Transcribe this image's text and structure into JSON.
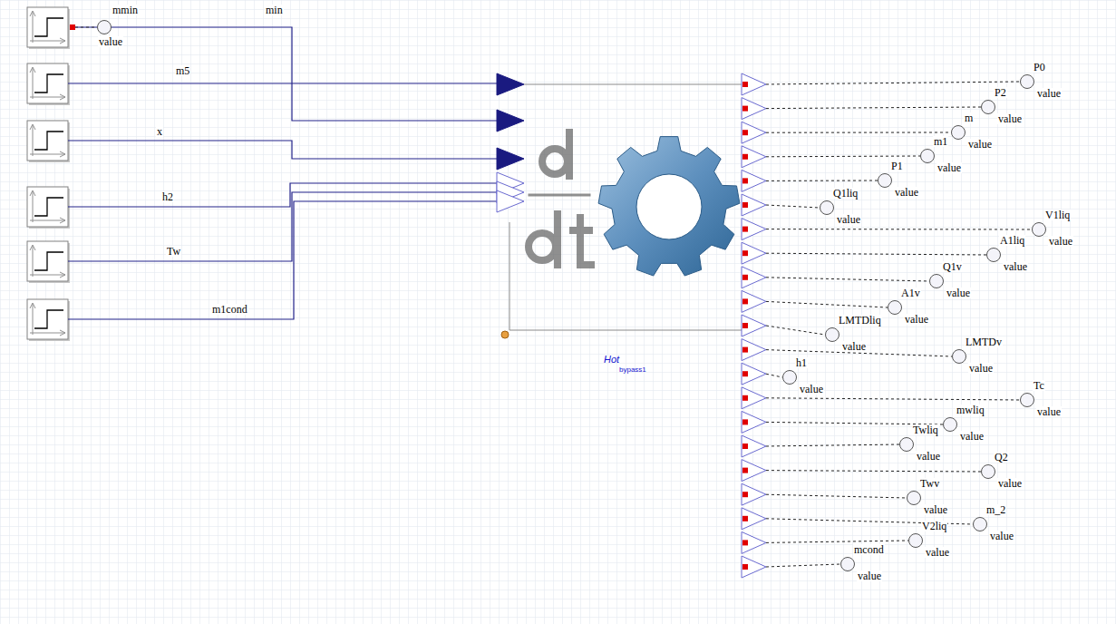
{
  "diagram": {
    "nodes": [
      {
        "text": [
          "mmin",
          "value"
        ]
      },
      {
        "text": [
          "Hot",
          "bypass1"
        ]
      },
      {
        "text": [
          "P0",
          "value"
        ]
      },
      {
        "text": [
          "P2",
          "value"
        ]
      },
      {
        "text": [
          "m",
          "value"
        ]
      },
      {
        "text": [
          "m1",
          "value"
        ]
      },
      {
        "text": [
          "P1",
          "value"
        ]
      },
      {
        "text": [
          "Q1liq",
          "value"
        ]
      },
      {
        "text": [
          "V1liq",
          "value"
        ]
      },
      {
        "text": [
          "A1liq",
          "value"
        ]
      },
      {
        "text": [
          "Q1v",
          "value"
        ]
      },
      {
        "text": [
          "A1v",
          "value"
        ]
      },
      {
        "text": [
          "LMTDliq",
          "value"
        ]
      },
      {
        "text": [
          "LMTDv",
          "value"
        ]
      },
      {
        "text": [
          "h1",
          "value"
        ]
      },
      {
        "text": [
          "Tc",
          "value"
        ]
      },
      {
        "text": [
          "mwliq",
          "value"
        ]
      },
      {
        "text": [
          "Twliq",
          "value"
        ]
      },
      {
        "text": [
          "Q2",
          "value"
        ]
      },
      {
        "text": [
          "Twv",
          "value"
        ]
      },
      {
        "text": [
          "m_2",
          "value"
        ]
      },
      {
        "text": [
          "V2liq",
          "value"
        ]
      },
      {
        "text": [
          "mcond",
          "value"
        ]
      }
    ],
    "edges": [
      {
        "from": 1,
        "to": 2,
        "arrow": "none"
      },
      {
        "from": 1,
        "to": 3,
        "arrow": "none"
      },
      {
        "from": 1,
        "to": 4,
        "arrow": "none"
      },
      {
        "from": 1,
        "to": 5,
        "arrow": "none"
      },
      {
        "from": 1,
        "to": 6,
        "arrow": "none"
      },
      {
        "from": 1,
        "to": 7,
        "arrow": "none"
      },
      {
        "from": 1,
        "to": 8,
        "arrow": "none"
      },
      {
        "from": 1,
        "to": 9,
        "arrow": "none"
      },
      {
        "from": 1,
        "to": 10,
        "arrow": "none"
      },
      {
        "from": 1,
        "to": 11,
        "arrow": "none"
      },
      {
        "from": 1,
        "to": 12,
        "arrow": "none"
      },
      {
        "from": 1,
        "to": 13,
        "arrow": "none"
      },
      {
        "from": 1,
        "to": 14,
        "arrow": "none"
      },
      {
        "from": 1,
        "to": 15,
        "arrow": "none"
      },
      {
        "from": 1,
        "to": 16,
        "arrow": "none"
      },
      {
        "from": 1,
        "to": 17,
        "arrow": "none"
      },
      {
        "from": 1,
        "to": 18,
        "arrow": "none"
      },
      {
        "from": 1,
        "to": 19,
        "arrow": "none"
      },
      {
        "from": 1,
        "to": 20,
        "arrow": "none"
      },
      {
        "from": 1,
        "to": 21,
        "arrow": "none"
      },
      {
        "from": 1,
        "to": 22,
        "arrow": "none"
      }
    ],
    "labels": [
      "min",
      "m5",
      "x",
      "h2",
      "Tw",
      "m1cond"
    ]
  }
}
